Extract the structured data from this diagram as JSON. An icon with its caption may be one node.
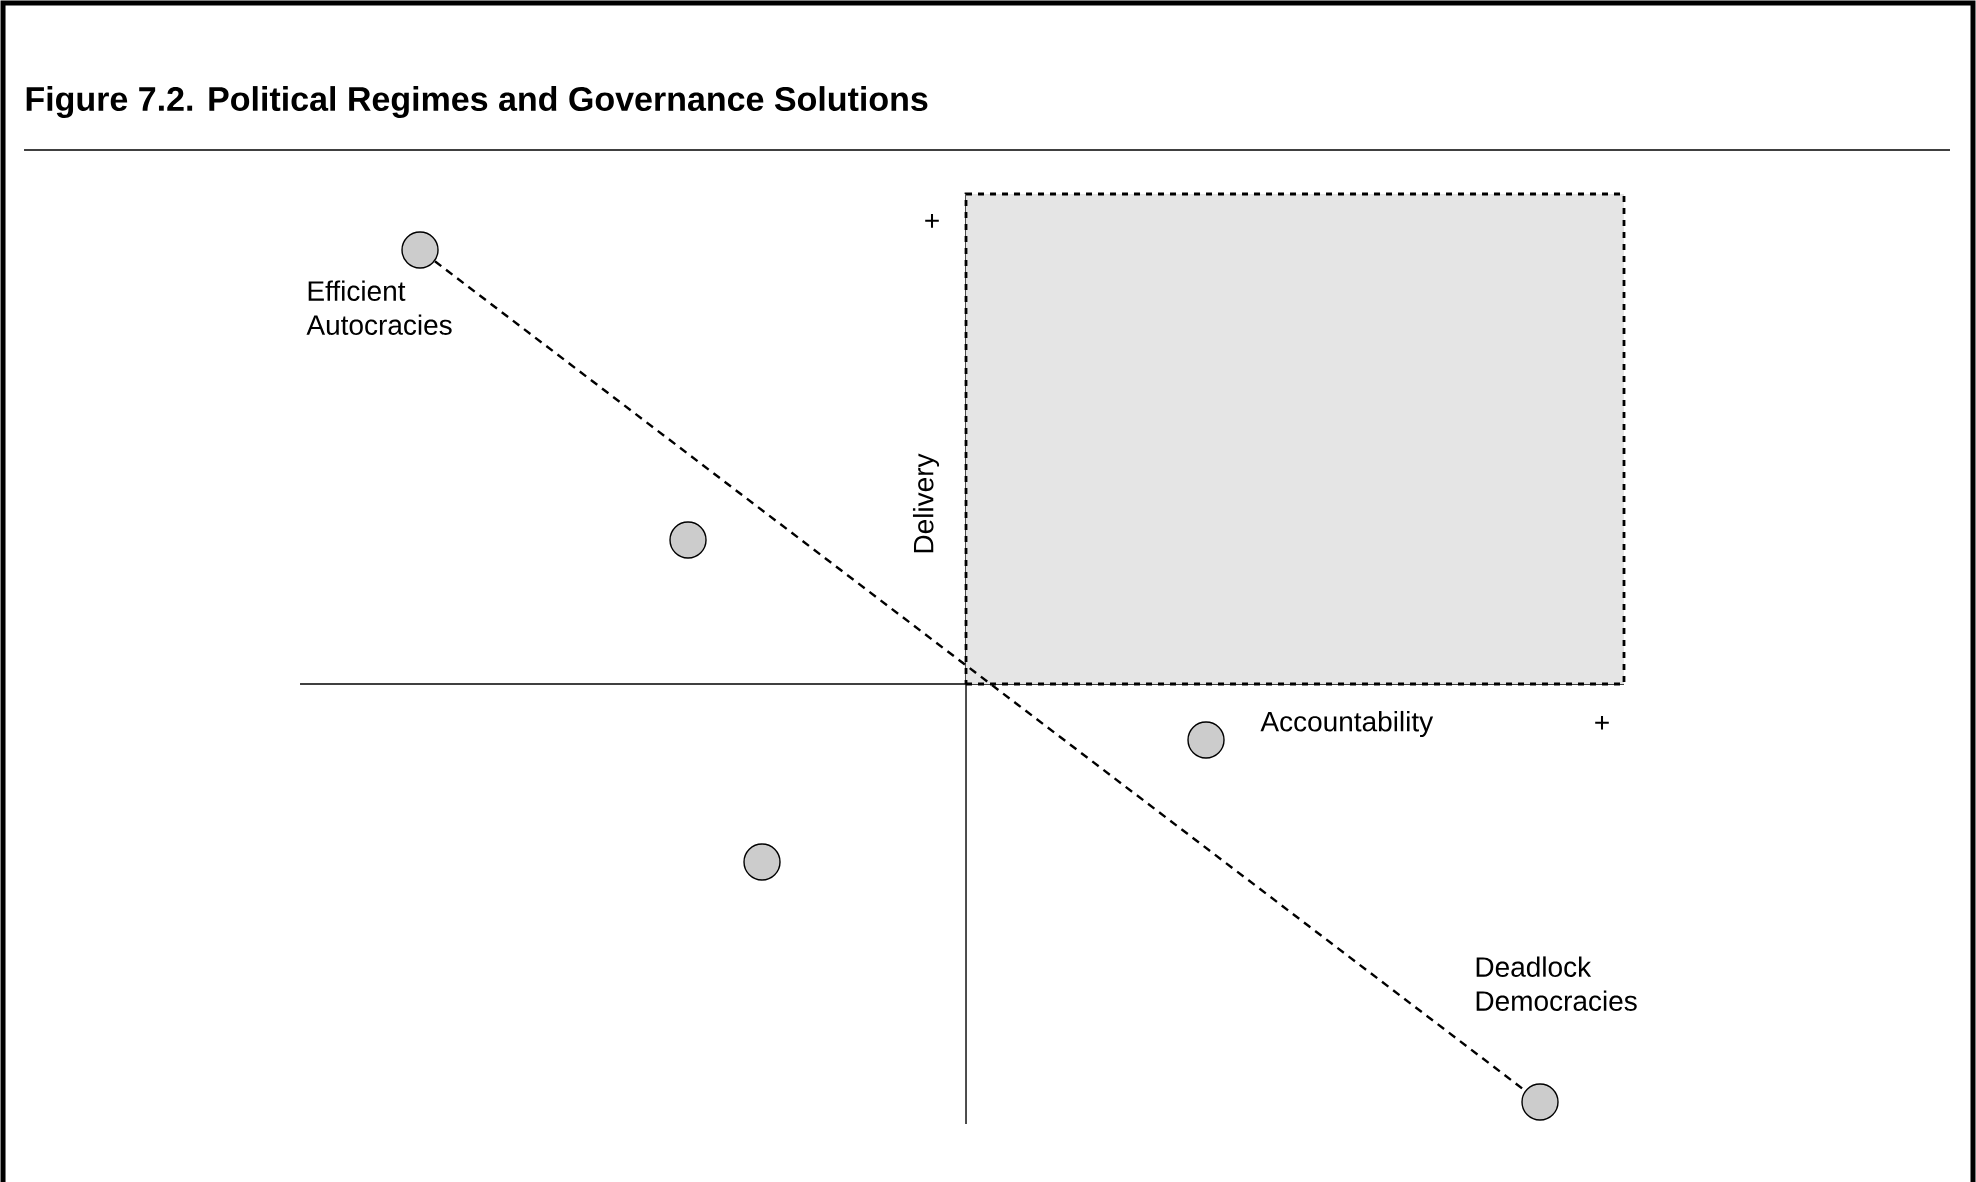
{
  "diagram": {
    "title": "Figure 7.2.  Political Regimes and Governance Solutions",
    "nodes": [
      {
        "text": [],
        "shape": "circle",
        "beside": [
          "Efficient Autocracies"
        ]
      },
      {
        "text": [],
        "shape": "box"
      },
      {
        "text": [],
        "shape": "circle"
      },
      {
        "text": [],
        "shape": "circle"
      },
      {
        "text": [],
        "shape": "circle"
      },
      {
        "text": [],
        "shape": "circle",
        "beside": [
          "Deadlock Democracies"
        ]
      }
    ],
    "edges": [
      {
        "from": 0,
        "to": 5,
        "arrow": "none",
        "style": "dashed"
      }
    ],
    "labels": [
      "+",
      "Delivery",
      "Accountability",
      "+"
    ]
  }
}
